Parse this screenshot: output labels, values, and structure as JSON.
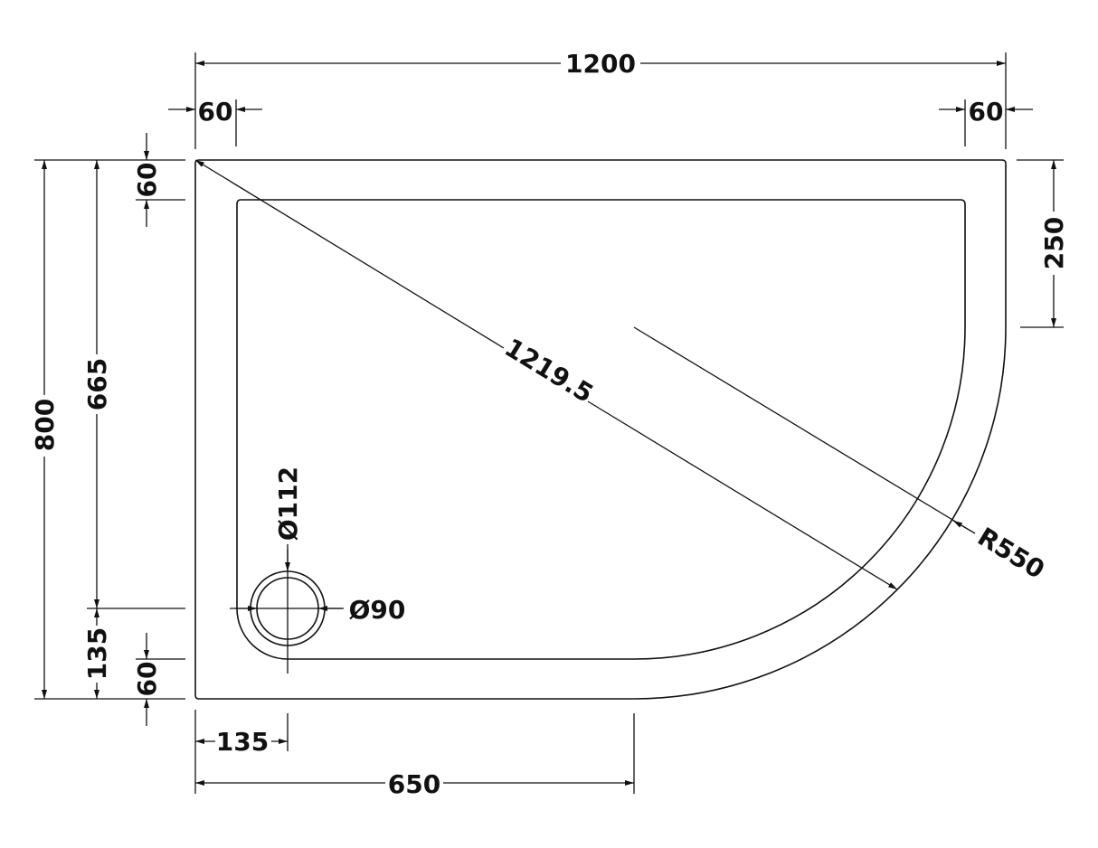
{
  "drawing": {
    "subject": "Left-hand offset quadrant shower tray plan",
    "stroke_color": "#111111",
    "background_color": "#ffffff"
  },
  "dimensions": {
    "overall_width": "1200",
    "left_rim_width": "60",
    "right_rim_width": "60",
    "top_rim_height": "60",
    "overall_depth": "800",
    "waste_center_from_top": "665",
    "waste_center_from_bottom": "135",
    "bottom_rim_height": "60",
    "straight_side_right": "250",
    "diagonal": "1219.5",
    "radius": "R550",
    "waste_outer_diameter": "Ø112",
    "waste_inner_diameter": "Ø90",
    "waste_center_from_left": "135",
    "straight_bottom_length": "650"
  }
}
